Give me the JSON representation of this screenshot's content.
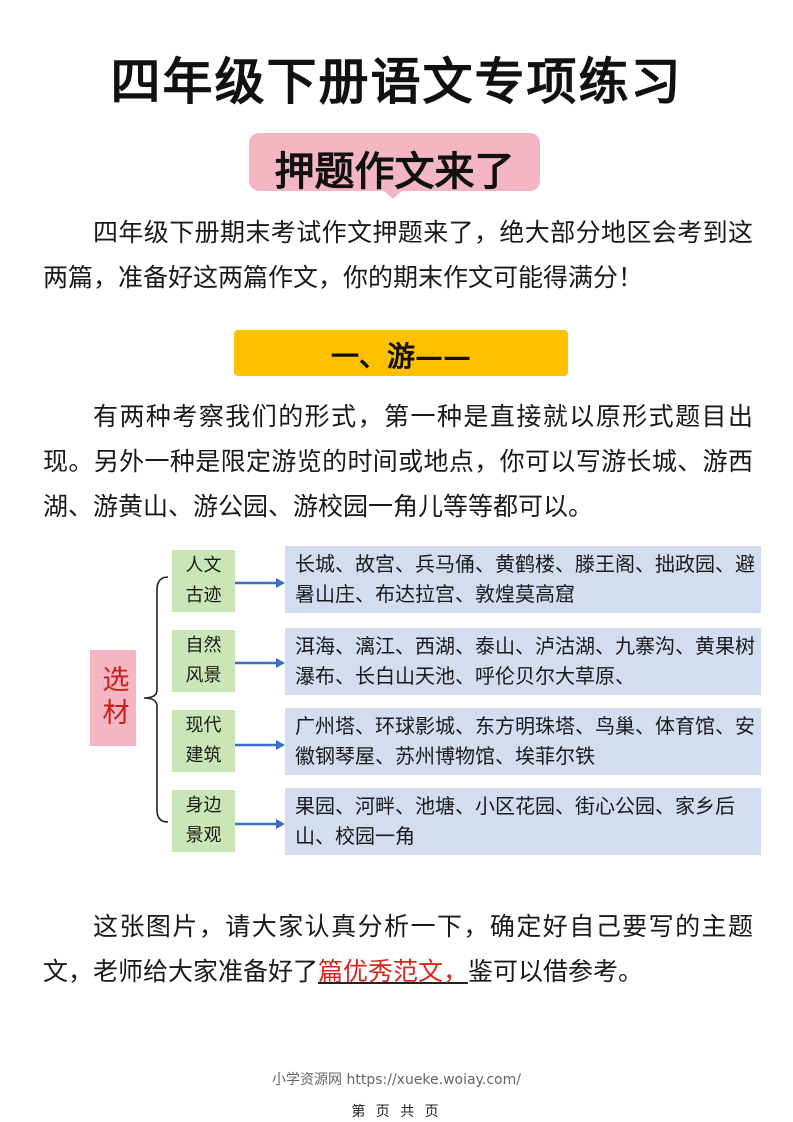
{
  "title": "四年级下册语文专项练习",
  "subtitle": "押题作文来了",
  "intro": "四年级下册期末考试作文押题来了，绝大部分地区会考到这两篇，准备好这两篇作文，你的期末作文可能得满分！",
  "section_title": "一、游——",
  "section_text": "有两种考察我们的形式，第一种是直接就以原形式题目出现。另外一种是限定游览的时间或地点，你可以写游长城、游西湖、游黄山、游公园、游校园一角儿等等都可以。",
  "diagram": {
    "root_label": "选材",
    "colors": {
      "root_bg": "#f4b6c2",
      "root_text": "#c8211b",
      "category_bg": "#c9e7b6",
      "content_bg": "#d3ddf0",
      "arrow": "#3a6fc4"
    },
    "rows": [
      {
        "category": "人文古迹",
        "content": "长城、故宫、兵马俑、黄鹤楼、滕王阁、拙政园、避暑山庄、布达拉宫、敦煌莫高窟"
      },
      {
        "category": "自然风景",
        "content": "洱海、漓江、西湖、泰山、泸沽湖、九寨沟、黄果树瀑布、长白山天池、呼伦贝尔大草原、"
      },
      {
        "category": "现代建筑",
        "content": "广州塔、环球影城、东方明珠塔、鸟巢、体育馆、安徽钢琴屋、苏州博物馆、埃菲尔铁"
      },
      {
        "category": "身边景观",
        "content": "果园、河畔、池塘、小区花园、街心公园、家乡后山、校园一角"
      }
    ]
  },
  "closing": {
    "before": "这张图片，请大家认真分析一下，确定好自己要写的主题文，老师给大家准备好了",
    "highlight": "篇优秀范文，",
    "after": "鉴可以借参考。"
  },
  "footer": {
    "site": "小学资源网 https://xueke.woiay.com/",
    "page": "第 页 共 页"
  }
}
